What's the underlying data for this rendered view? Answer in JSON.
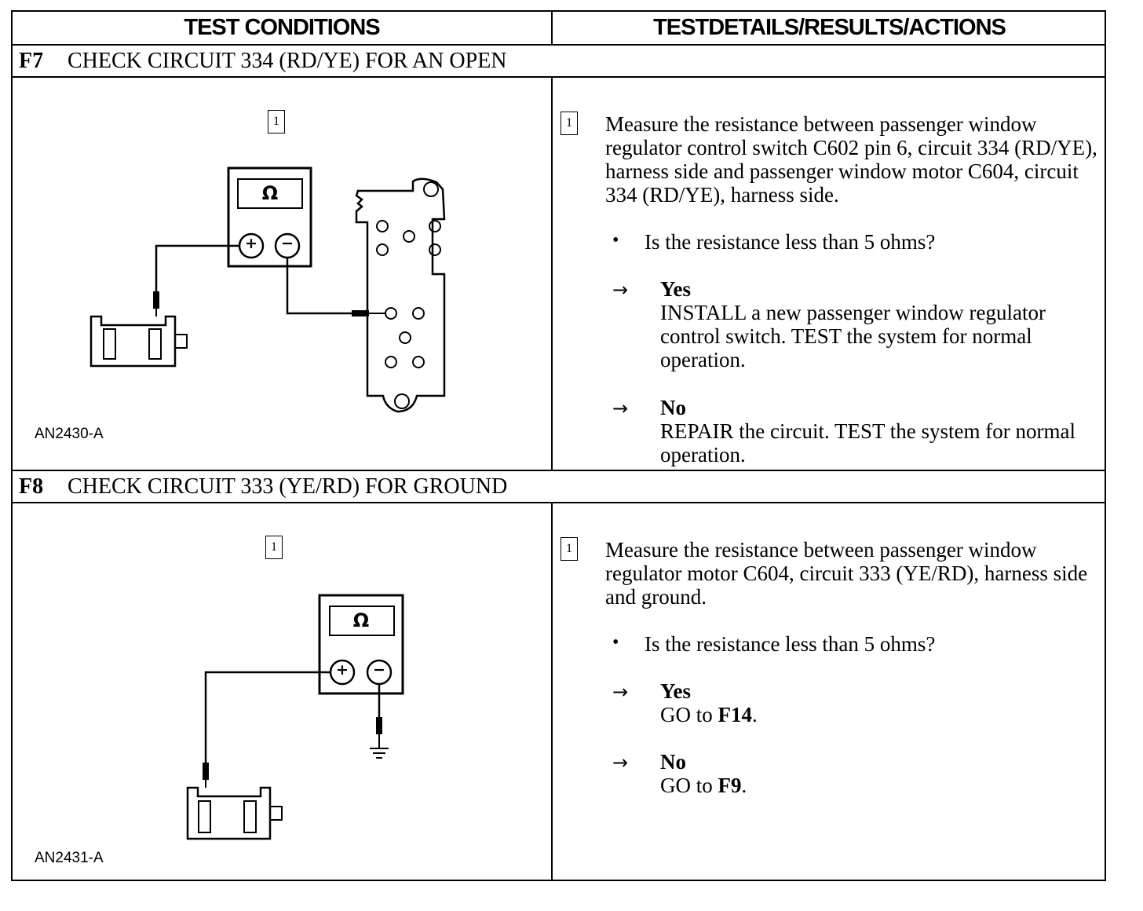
{
  "header": {
    "left": "TEST CONDITIONS",
    "right": "TESTDETAILS/RESULTS/ACTIONS"
  },
  "sections": [
    {
      "id": "F7",
      "title": "CHECK CIRCUIT 334 (RD/YE) FOR AN OPEN",
      "step_number": "1",
      "figure_label": "AN2430-A",
      "meter_symbol": "Ω",
      "instruction": "Measure the resistance between passenger window regulator control switch C602 pin 6, circuit 334 (RD/YE), harness side and passenger window motor C604, circuit 334 (RD/YE), harness side.",
      "question": "Is the resistance less than 5 ohms?",
      "yes_label": "Yes",
      "yes_action": "INSTALL a new passenger window regulator control switch. TEST the system for normal operation.",
      "no_label": "No",
      "no_action": "REPAIR the circuit. TEST the system for normal operation."
    },
    {
      "id": "F8",
      "title": "CHECK CIRCUIT 333 (YE/RD) FOR GROUND",
      "step_number": "1",
      "figure_label": "AN2431-A",
      "meter_symbol": "Ω",
      "instruction": "Measure the resistance between passenger window regulator motor C604, circuit 333 (YE/RD), harness side and ground.",
      "question": "Is the resistance less than 5 ohms?",
      "yes_label": "Yes",
      "yes_action_prefix": "GO to ",
      "yes_action_target": "F14",
      "yes_action_suffix": ".",
      "no_label": "No",
      "no_action_prefix": "GO to ",
      "no_action_target": "F9",
      "no_action_suffix": "."
    }
  ],
  "symbols": {
    "bullet": "•",
    "arrow": "→",
    "plus": "+",
    "minus": "−"
  }
}
